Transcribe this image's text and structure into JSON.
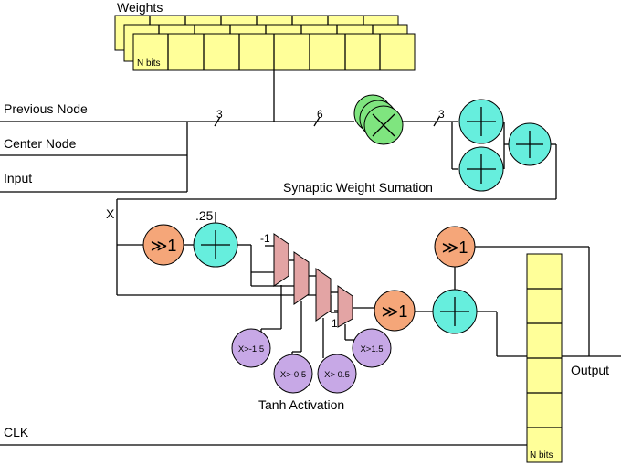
{
  "labels": {
    "weights": "Weights",
    "previous_node": "Previous Node",
    "center_node": "Center Node",
    "input": "Input",
    "synaptic": "Synaptic Weight Sumation",
    "x": "X",
    "tanh": "Tanh Activation",
    "output": "Output",
    "clk": "CLK",
    "nbits_top": "N bits",
    "nbits_bottom": "N bits"
  },
  "bus_widths": {
    "input_bus": "3",
    "mult_bus": "6",
    "adder_bus": "3"
  },
  "constants": {
    "bias": ".25",
    "neg_one": "-1",
    "one": "1"
  },
  "shifters": {
    "shift1": "≫1",
    "shift2": "≫1",
    "shift3": "≫1"
  },
  "comparators": {
    "c1": "X>-1.5",
    "c2": "X>-0.5",
    "c3": "X> 0.5",
    "c4": "X>1.5"
  },
  "colors": {
    "register": "#ffff99",
    "adder": "#66eedd",
    "shifter": "#f5a679",
    "multiplier": "#7fe57f",
    "mux": "#e3a4a4",
    "comparator": "#c7a8e6"
  }
}
